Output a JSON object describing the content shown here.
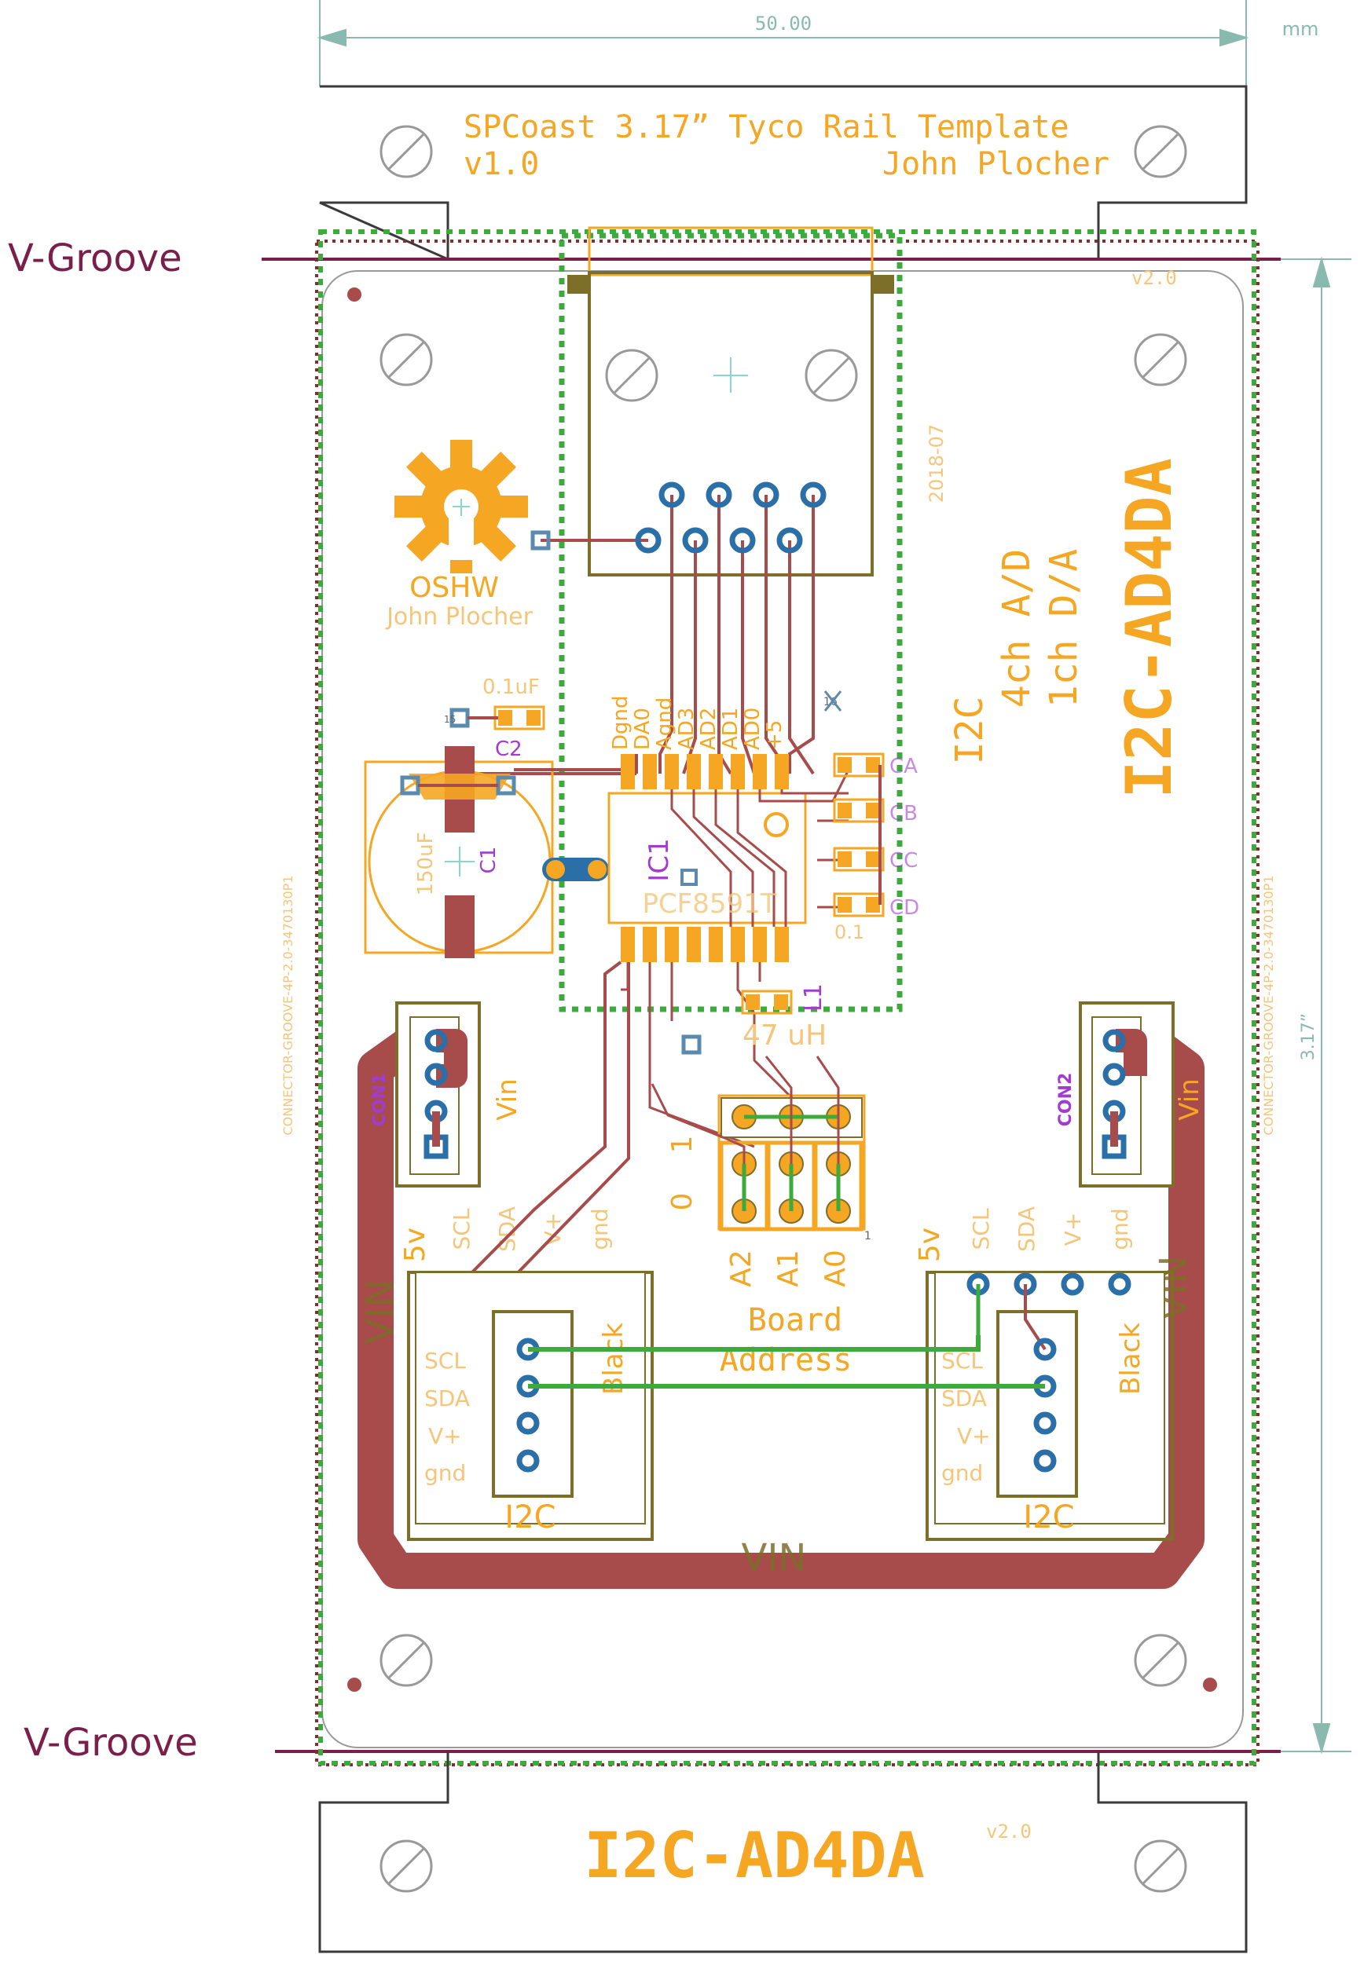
{
  "dimension": {
    "width": "50.00",
    "unit": "mm",
    "height": "3.17”"
  },
  "rail_labels": {
    "vgroove_top": "V-Groove",
    "vgroove_bottom": "V-Groove"
  },
  "template": {
    "title_line1": "SPCoast 3.17” Tyco Rail Template",
    "version": "v1.0",
    "author": "John Plocher"
  },
  "board": {
    "name": "I2C-AD4DA",
    "version": "v2.0",
    "date": "2018-07",
    "description": [
      "I2C",
      "4ch A/D",
      "1ch D/A"
    ],
    "bottom_name": "I2C-AD4DA",
    "bottom_version": "v2.0"
  },
  "oshw": {
    "label": "OSHW",
    "author": "John Plocher"
  },
  "chip": {
    "ref": "IC1",
    "part": "PCF8591T",
    "pin_labels": [
      "Dgnd",
      "DA0",
      "Agnd",
      "AD3",
      "AD2",
      "AD1",
      "AD0",
      "+5"
    ],
    "test_pads": [
      "CA",
      "CB",
      "CC",
      "CD"
    ],
    "pin_count_label": "16"
  },
  "components": {
    "c1_ref": "C1",
    "c1_value": "150uF",
    "c2_ref": "C2",
    "c2_value": "0.1uF",
    "l1_ref": "L1",
    "l1_value": "47 uH",
    "cap_small": "0.1",
    "pad_id": "15"
  },
  "connectors": {
    "con1": "CON1",
    "con2": "CON2",
    "vin": "Vin",
    "vin_caps": "VIN",
    "side_text": "CONNECTOR-GROOVE-4P-2.0-3470130P1",
    "header_top": [
      "5v",
      "SCL",
      "SDA",
      "V+",
      "gnd"
    ],
    "pin_rows": [
      "SCL",
      "SDA",
      "V+",
      "gnd"
    ],
    "black": "Black",
    "i2c": "I2C"
  },
  "address": {
    "jumper_labels": [
      "A2",
      "A1",
      "A0"
    ],
    "zero": "0",
    "one": "1",
    "small_one": "1",
    "title_line1": "Board",
    "title_line2": "Address"
  },
  "colors": {
    "outline": "#7f7f7f",
    "copper": "#a84b4b",
    "silk": "#f5a623",
    "keepout": "#3cab3c",
    "pad": "#2a6fa8",
    "rail": "#7a1f4a",
    "part": "#7d6e2a",
    "label_purple": "#a23bd0",
    "dim": "#8ab9b0"
  }
}
